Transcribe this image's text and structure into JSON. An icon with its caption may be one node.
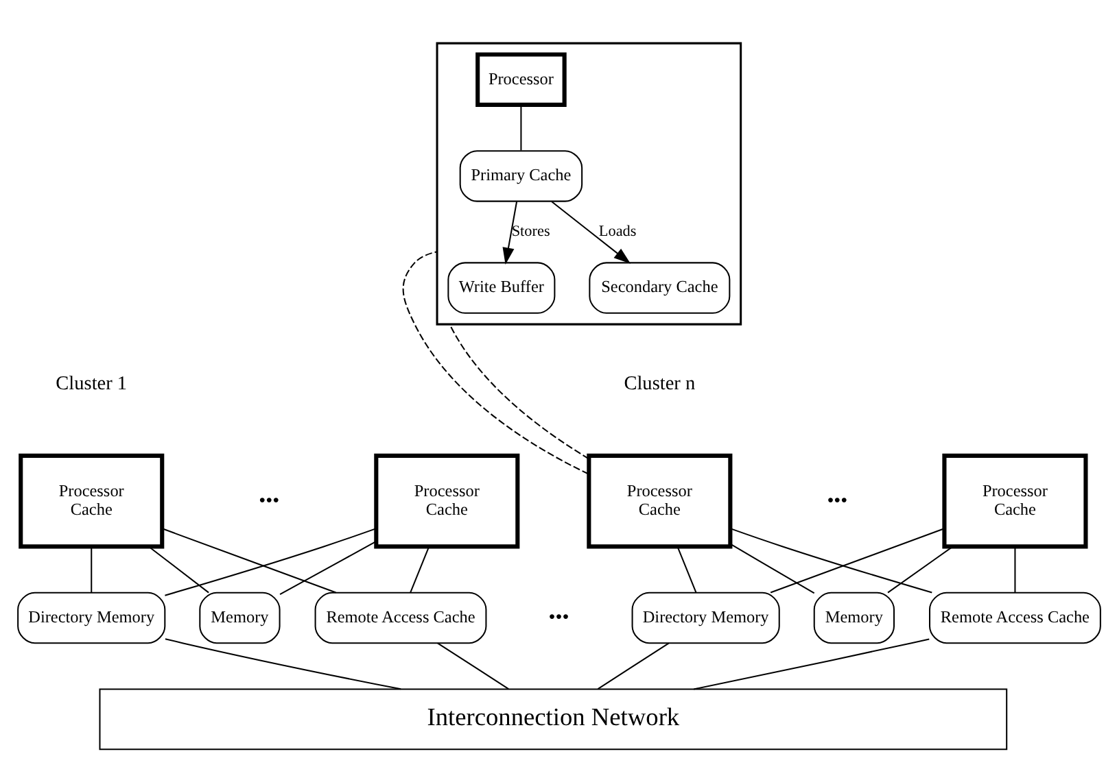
{
  "diagram": {
    "nodes": [
      {
        "text": [],
        "shape": "box"
      },
      {
        "text": [
          "Processor"
        ],
        "in": 0
      },
      {
        "text": [
          "Primary Cache"
        ],
        "in": 0
      },
      {
        "text": [
          "Write Buffer"
        ],
        "in": 0
      },
      {
        "text": [
          "Secondary Cache"
        ],
        "in": 0
      },
      {
        "text": [
          "Processor",
          "Cache"
        ]
      },
      {
        "text": [
          "Processor",
          "Cache"
        ]
      },
      {
        "text": [
          "Directory Memory"
        ]
      },
      {
        "text": [
          "Memory"
        ]
      },
      {
        "text": [
          "Remote Access Cache"
        ]
      },
      {
        "text": [
          "Processor",
          "Cache"
        ]
      },
      {
        "text": [
          "Processor",
          "Cache"
        ]
      },
      {
        "text": [
          "Directory Memory"
        ]
      },
      {
        "text": [
          "Memory"
        ]
      },
      {
        "text": [
          "Remote Access Cache"
        ]
      },
      {
        "text": [
          "Interconnection Network"
        ]
      }
    ],
    "edges": [
      {
        "from": 1,
        "to": 2,
        "arrow": "none"
      },
      {
        "from": 2,
        "to": 4,
        "arrow": "to",
        "label": "Loads"
      },
      {
        "from": 2,
        "to": 3,
        "arrow": "to",
        "label": "Stores"
      },
      {
        "from": 10,
        "to": 0,
        "arrow": "none",
        "style": "dashed"
      },
      {
        "from": 10,
        "to": 0,
        "arrow": "none",
        "style": "dashed"
      },
      {
        "from": 5,
        "to": 8,
        "arrow": "none"
      },
      {
        "from": 6,
        "to": 8,
        "arrow": "none"
      },
      {
        "from": 5,
        "to": 7,
        "arrow": "none"
      },
      {
        "from": 6,
        "to": 7,
        "arrow": "none"
      },
      {
        "from": 5,
        "to": 9,
        "arrow": "none"
      },
      {
        "from": 6,
        "to": 9,
        "arrow": "none"
      },
      {
        "from": 7,
        "to": 15,
        "arrow": "none"
      },
      {
        "from": 9,
        "to": 15,
        "arrow": "none"
      },
      {
        "from": 10,
        "to": 13,
        "arrow": "none"
      },
      {
        "from": 11,
        "to": 13,
        "arrow": "none"
      },
      {
        "from": 10,
        "to": 12,
        "arrow": "none"
      },
      {
        "from": 11,
        "to": 12,
        "arrow": "none"
      },
      {
        "from": 10,
        "to": 14,
        "arrow": "none"
      },
      {
        "from": 11,
        "to": 14,
        "arrow": "none"
      },
      {
        "from": 12,
        "to": 15,
        "arrow": "none"
      },
      {
        "from": 14,
        "to": 15,
        "arrow": "none"
      }
    ],
    "labels": [
      "Cluster 1",
      "Cluster n",
      "•••",
      "•••",
      "•••"
    ]
  }
}
